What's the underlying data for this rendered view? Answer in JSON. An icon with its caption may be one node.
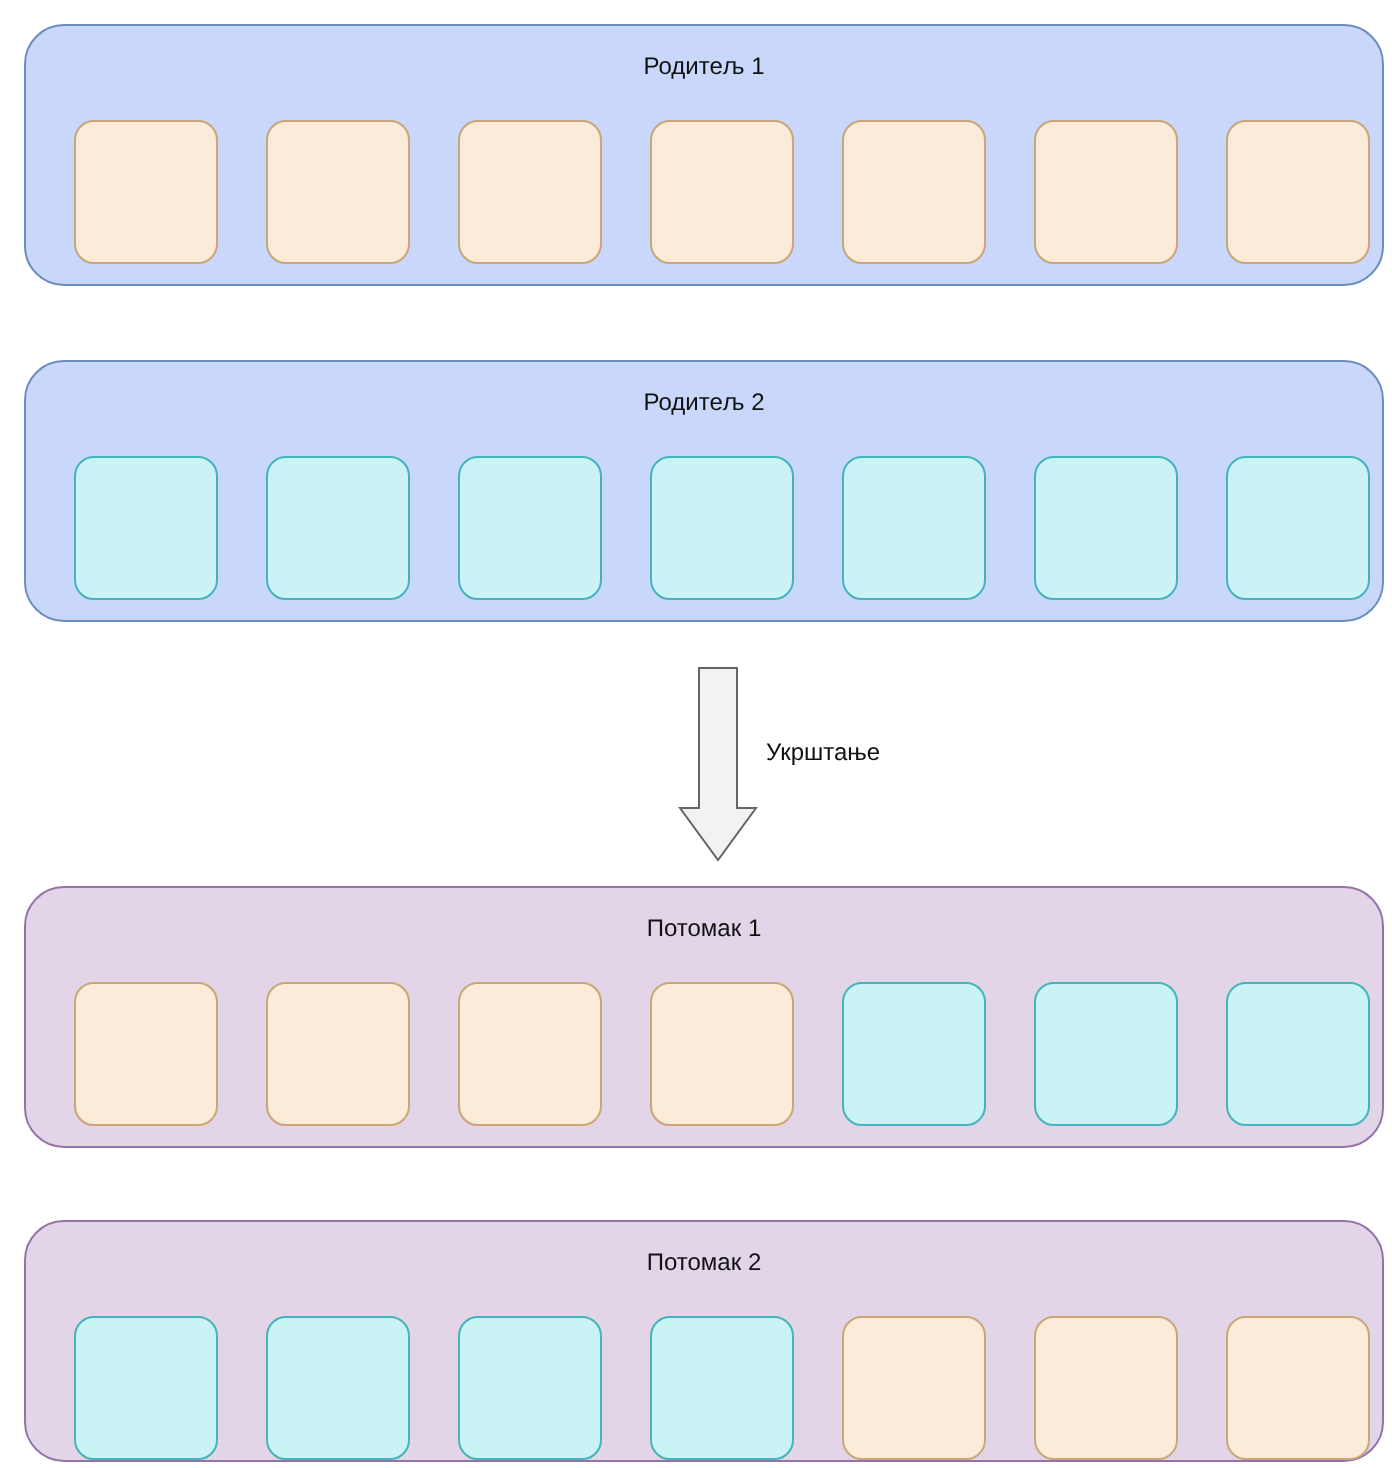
{
  "diagram": {
    "nodes": [
      {
        "text": [
          "Родитељ 1"
        ]
      },
      {
        "text": [],
        "shape": "box",
        "in": 0
      },
      {
        "text": [],
        "shape": "box",
        "in": 0
      },
      {
        "text": [],
        "shape": "box",
        "in": 0
      },
      {
        "text": [],
        "shape": "box",
        "in": 0
      },
      {
        "text": [],
        "shape": "box",
        "in": 0
      },
      {
        "text": [],
        "shape": "box",
        "in": 0
      },
      {
        "text": [],
        "shape": "box",
        "in": 0
      },
      {
        "text": [
          "Родитељ 2"
        ]
      },
      {
        "text": [],
        "shape": "box",
        "in": 8
      },
      {
        "text": [],
        "shape": "box",
        "in": 8
      },
      {
        "text": [],
        "shape": "box",
        "in": 8
      },
      {
        "text": [],
        "shape": "box",
        "in": 8
      },
      {
        "text": [],
        "shape": "box",
        "in": 8
      },
      {
        "text": [],
        "shape": "box",
        "in": 8
      },
      {
        "text": [],
        "shape": "box",
        "in": 8
      },
      {
        "text": [
          "Потомак 1"
        ]
      },
      {
        "text": [],
        "shape": "box",
        "in": 16
      },
      {
        "text": [],
        "shape": "box",
        "in": 16
      },
      {
        "text": [],
        "shape": "box",
        "in": 16
      },
      {
        "text": [],
        "shape": "box",
        "in": 16
      },
      {
        "text": [],
        "shape": "box",
        "in": 16
      },
      {
        "text": [],
        "shape": "box",
        "in": 16
      },
      {
        "text": [],
        "shape": "box",
        "in": 16
      },
      {
        "text": [
          "Потомак 2"
        ]
      },
      {
        "text": [],
        "shape": "box",
        "in": 24
      },
      {
        "text": [],
        "shape": "box",
        "in": 24
      },
      {
        "text": [],
        "shape": "box",
        "in": 24
      },
      {
        "text": [],
        "shape": "box",
        "in": 24
      },
      {
        "text": [],
        "shape": "box",
        "in": 24
      },
      {
        "text": [],
        "shape": "box",
        "in": 24
      },
      {
        "text": [],
        "shape": "box",
        "in": 24
      }
    ],
    "edges": [
      {
        "from": 8,
        "to": 16,
        "arrow": "to",
        "label": "Укрштање",
        "style": "thick"
      }
    ]
  }
}
